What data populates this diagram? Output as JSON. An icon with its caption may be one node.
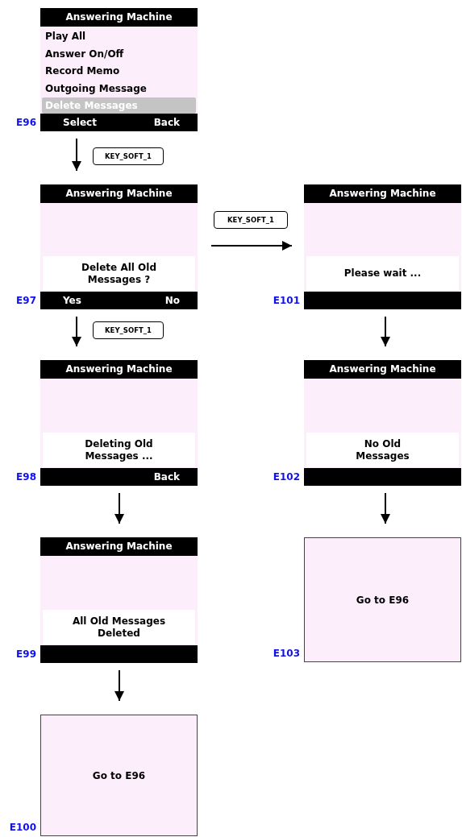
{
  "diagram": {
    "nodes": [
      {
        "text": [
          "Answering Machine",
          "Play All",
          "Answer On/Off",
          "Record Memo",
          "Outgoing Message",
          "Delete Messages",
          "Select",
          "Back"
        ],
        "beside": [
          "E96"
        ]
      },
      {
        "text": [
          "Answering Machine",
          "Delete All Old Messages ?",
          "Yes",
          "No"
        ],
        "beside": [
          "E97"
        ]
      },
      {
        "text": [
          "Answering Machine",
          "Please wait ..."
        ],
        "beside": [
          "E101"
        ]
      },
      {
        "text": [
          "Answering Machine",
          "Deleting Old Messages ...",
          "Back"
        ],
        "beside": [
          "E98"
        ]
      },
      {
        "text": [
          "Answering Machine",
          "No Old Messages"
        ],
        "beside": [
          "E102"
        ]
      },
      {
        "text": [
          "Answering Machine",
          "All Old Messages Deleted"
        ],
        "beside": [
          "E99"
        ]
      },
      {
        "text": [
          "Go to E96"
        ],
        "beside": [
          "E103"
        ]
      },
      {
        "text": [
          "Go to E96"
        ],
        "beside": [
          "E100"
        ]
      }
    ],
    "edges": [
      {
        "from": 0,
        "to": 1,
        "arrow": "to",
        "label": "KEY_SOFT_1"
      },
      {
        "from": 1,
        "to": 2,
        "arrow": "to",
        "label": "KEY_SOFT_1"
      },
      {
        "from": 1,
        "to": 3,
        "arrow": "to",
        "label": "KEY_SOFT_1"
      },
      {
        "from": 2,
        "to": 4,
        "arrow": "to"
      },
      {
        "from": 3,
        "to": 5,
        "arrow": "to"
      },
      {
        "from": 4,
        "to": 6,
        "arrow": "to"
      },
      {
        "from": 5,
        "to": 7,
        "arrow": "to"
      }
    ]
  }
}
